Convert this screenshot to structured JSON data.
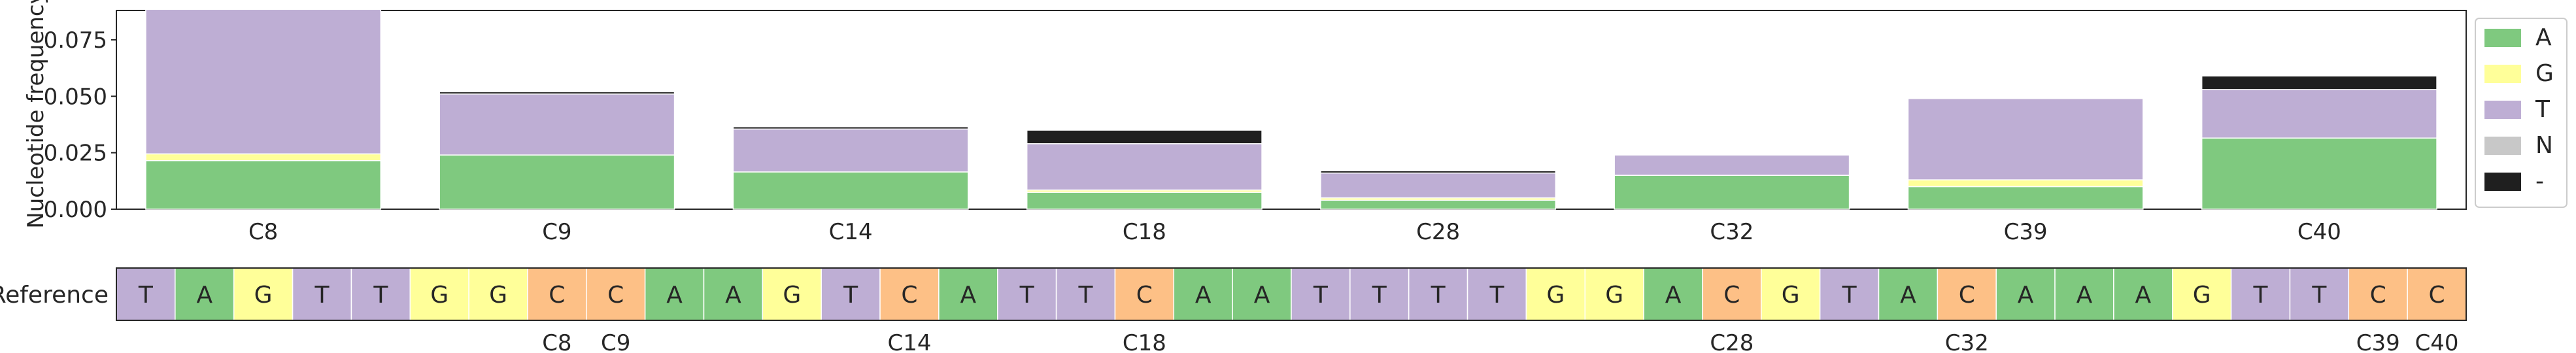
{
  "chart_data": {
    "type": "bar",
    "stacked": true,
    "ylabel": "Nucleotide frequency",
    "ylim": [
      0,
      0.088
    ],
    "yticks": [
      "0.000",
      "0.025",
      "0.050",
      "0.075"
    ],
    "ytick_values": [
      0,
      0.025,
      0.05,
      0.075
    ],
    "grid": false,
    "legend_position": "right",
    "categories": [
      "C8",
      "C9",
      "C14",
      "C18",
      "C28",
      "C32",
      "C39",
      "C40"
    ],
    "series": [
      {
        "name": "A",
        "color": "#7fc97f",
        "values": [
          0.0215,
          0.024,
          0.0165,
          0.0075,
          0.004,
          0.015,
          0.01,
          0.0315
        ]
      },
      {
        "name": "G",
        "color": "#ffff99",
        "values": [
          0.003,
          0.0,
          0.0,
          0.001,
          0.001,
          0.0,
          0.003,
          0.0
        ]
      },
      {
        "name": "T",
        "color": "#beaed4",
        "values": [
          0.064,
          0.027,
          0.019,
          0.0205,
          0.011,
          0.009,
          0.036,
          0.0215
        ]
      },
      {
        "name": "N",
        "color": "#c8c8c8",
        "values": [
          0,
          0,
          0,
          0,
          0,
          0,
          0,
          0
        ]
      },
      {
        "name": "-",
        "color": "#1f1f1f",
        "values": [
          0.0,
          0.001,
          0.001,
          0.006,
          0.001,
          0.0,
          0.0,
          0.006
        ]
      }
    ],
    "reference": {
      "label": "Reference",
      "sequence": [
        "T",
        "A",
        "G",
        "T",
        "T",
        "G",
        "G",
        "C",
        "C",
        "A",
        "A",
        "G",
        "T",
        "C",
        "A",
        "T",
        "T",
        "C",
        "A",
        "A",
        "T",
        "T",
        "T",
        "T",
        "G",
        "G",
        "A",
        "C",
        "G",
        "T",
        "A",
        "C",
        "A",
        "A",
        "A",
        "G",
        "T",
        "T",
        "C",
        "C"
      ],
      "base_colors": {
        "A": "#7fc97f",
        "G": "#ffff99",
        "T": "#beaed4",
        "C": "#fdc086",
        "N": "#c8c8c8",
        "-": "#1f1f1f"
      },
      "labeled_positions": [
        {
          "label": "C8",
          "index": 7
        },
        {
          "label": "C9",
          "index": 8
        },
        {
          "label": "C14",
          "index": 13
        },
        {
          "label": "C18",
          "index": 17
        },
        {
          "label": "C28",
          "index": 27
        },
        {
          "label": "C32",
          "index": 31
        },
        {
          "label": "C39",
          "index": 38
        },
        {
          "label": "C40",
          "index": 39
        }
      ]
    }
  }
}
